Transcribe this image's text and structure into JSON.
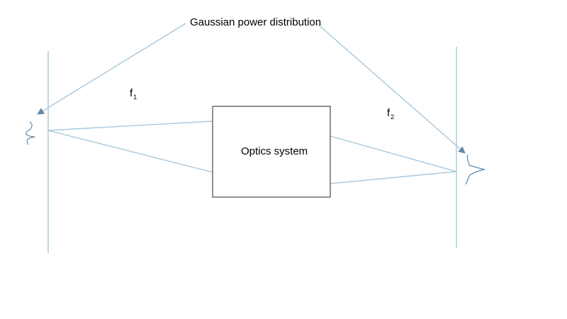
{
  "diagram": {
    "annotation_label": "Gaussian power distribution",
    "box_label": "Optics system",
    "focal_left": {
      "symbol": "f",
      "subscript": "1"
    },
    "focal_right": {
      "symbol": "f",
      "subscript": "2"
    }
  },
  "colors": {
    "line": "#a6c8dc",
    "box_stroke": "#4a4a4a",
    "text": "#000000",
    "background": "#ffffff"
  }
}
